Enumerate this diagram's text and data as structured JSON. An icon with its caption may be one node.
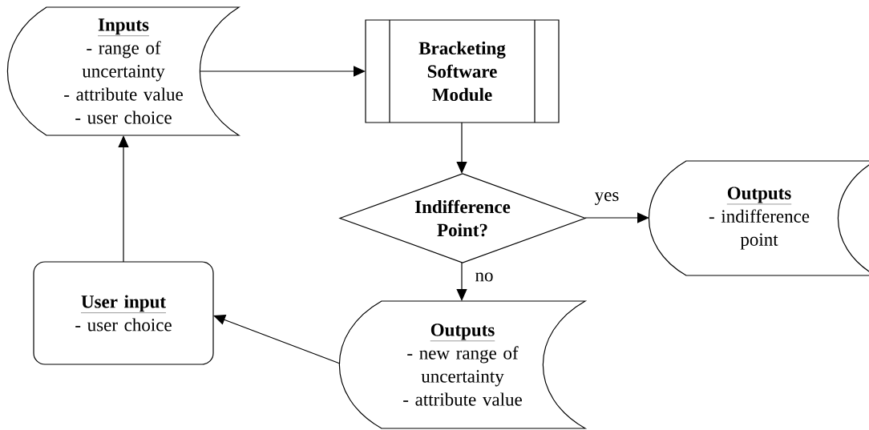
{
  "diagram": {
    "nodes": [
      {
        "text": [
          "Inputs",
          "- range of uncertainty",
          "- attribute value",
          "- user choice"
        ]
      },
      {
        "text": [
          "Bracketing Software Module"
        ]
      },
      {
        "text": [
          "Indifference Point?"
        ]
      },
      {
        "text": [
          "Outputs",
          "- indifference point"
        ]
      },
      {
        "text": [
          "Outputs",
          "- new range of uncertainty",
          "- attribute value"
        ]
      },
      {
        "text": [
          "User input",
          "- user choice"
        ]
      }
    ],
    "edges": [
      {
        "from": 0,
        "to": 1,
        "arrow": "to"
      },
      {
        "from": 1,
        "to": 2,
        "arrow": "to"
      },
      {
        "from": 2,
        "to": 3,
        "arrow": "to",
        "label": "yes"
      },
      {
        "from": 2,
        "to": 4,
        "arrow": "to",
        "label": "no"
      },
      {
        "from": 4,
        "to": 5,
        "arrow": "to"
      },
      {
        "from": 5,
        "to": 0,
        "arrow": "to"
      }
    ]
  }
}
